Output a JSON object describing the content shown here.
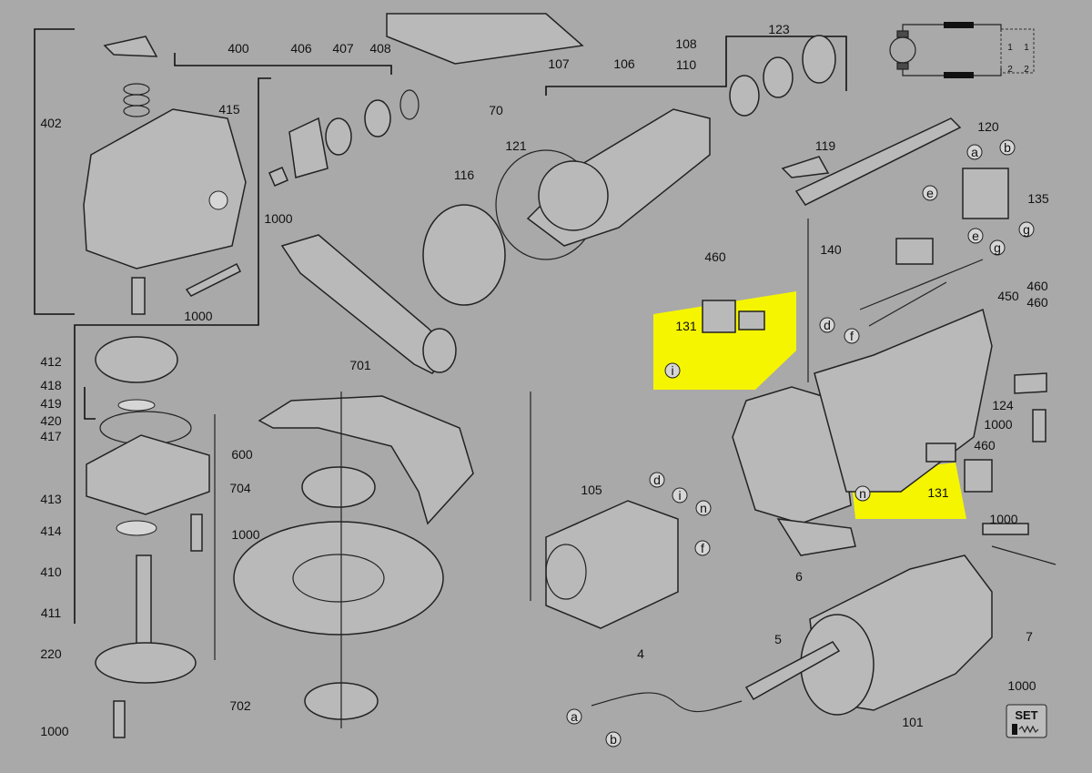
{
  "title": "Angle grinder exploded parts diagram",
  "highlight_color": "#f5f500",
  "background_color": "#a9a9a9",
  "labels": {
    "p400": "400",
    "p406": "406",
    "p407": "407",
    "p408": "408",
    "p402": "402",
    "p415": "415",
    "p1000a": "1000",
    "p1000b": "1000",
    "p412": "412",
    "p418": "418",
    "p419": "419",
    "p420": "420",
    "p417": "417",
    "p413": "413",
    "p414": "414",
    "p410": "410",
    "p411": "411",
    "p220": "220",
    "p1000c": "1000",
    "p600": "600",
    "p704": "704",
    "p1000d": "1000",
    "p702": "702",
    "p701": "701",
    "p116": "116",
    "p121": "121",
    "p107": "107",
    "p106": "106",
    "p70": "70",
    "p108": "108",
    "p110": "110",
    "p123": "123",
    "p120": "120",
    "p119": "119",
    "a1": "a",
    "b1": "b",
    "e1": "e",
    "p135": "135",
    "g1": "g",
    "p140": "140",
    "e2": "e",
    "g2": "g",
    "p460a": "460",
    "p131a": "131",
    "i1": "i",
    "d1": "d",
    "f1": "f",
    "p450": "450",
    "p460b": "460",
    "p460c": "460",
    "p124": "124",
    "p1000e": "1000",
    "p460d": "460",
    "p131b": "131",
    "n1": "n",
    "p105": "105",
    "d2": "d",
    "i2": "i",
    "n2": "n",
    "f2": "f",
    "p6": "6",
    "p1000f": "1000",
    "p7": "7",
    "p5": "5",
    "p4": "4",
    "a2": "a",
    "b2": "b",
    "p101": "101",
    "p1000g": "1000"
  },
  "circuit": {
    "switch_contacts": [
      "1",
      "1",
      "2",
      "2"
    ]
  },
  "set_box": {
    "label": "SET"
  }
}
